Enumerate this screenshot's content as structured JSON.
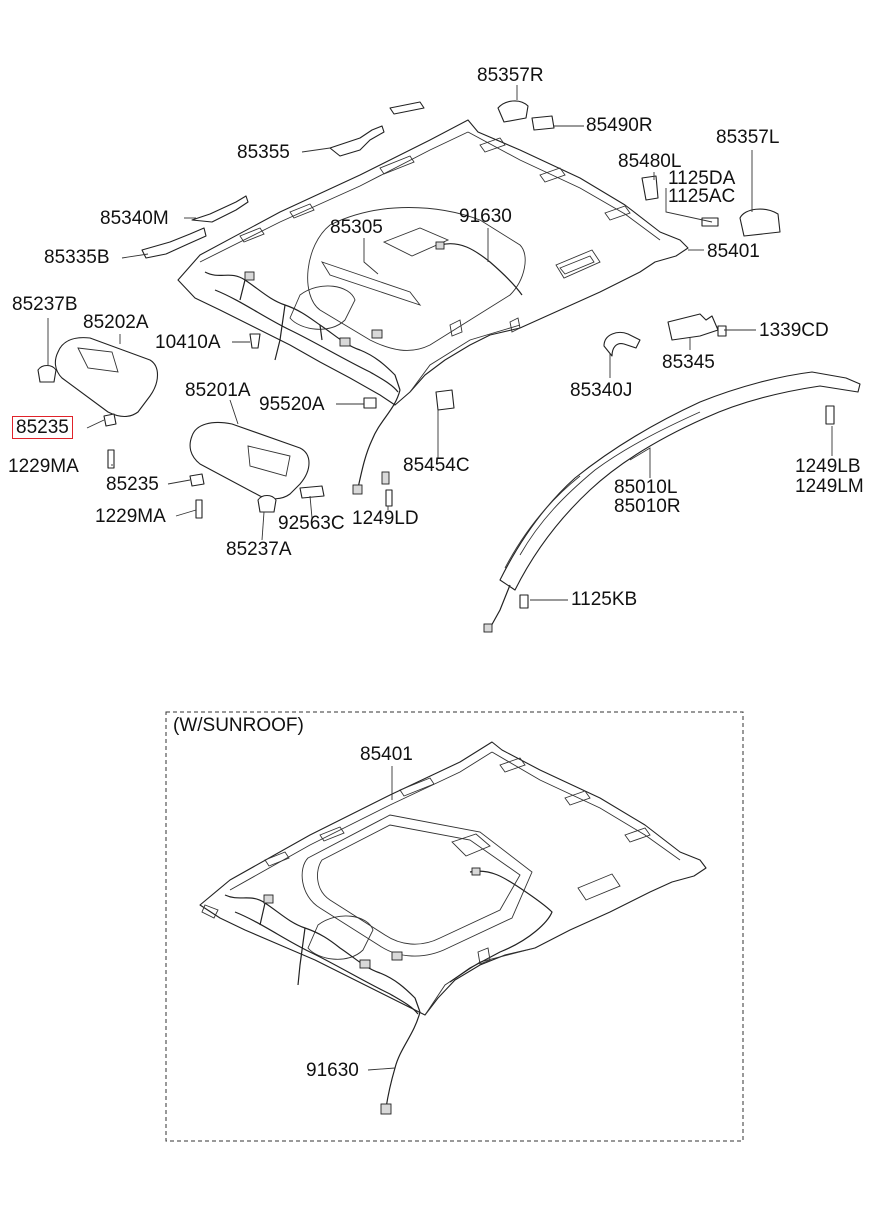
{
  "sunroof_box_title": "(W/SUNROOF)",
  "labels": {
    "p85357R": "85357R",
    "p85490R": "85490R",
    "p85357L": "85357L",
    "p85355": "85355",
    "p85480L": "85480L",
    "p1125DA": "1125DA",
    "p1125AC": "1125AC",
    "p85340M": "85340M",
    "p85305": "85305",
    "p91630_top": "91630",
    "p85335B": "85335B",
    "p85401_top": "85401",
    "p85237B": "85237B",
    "p85202A": "85202A",
    "p10410A": "10410A",
    "p1339CD": "1339CD",
    "p85345": "85345",
    "p85340J": "85340J",
    "p85201A": "85201A",
    "p95520A": "95520A",
    "p85235_hl": "85235",
    "p1229MA_a": "1229MA",
    "p85235_b": "85235",
    "p85454C": "85454C",
    "p1249LB": "1249LB",
    "p1249LM": "1249LM",
    "p85010L": "85010L",
    "p85010R": "85010R",
    "p1229MA_b": "1229MA",
    "p92563C": "92563C",
    "p1249LD": "1249LD",
    "p85237A": "85237A",
    "p1125KB": "1125KB",
    "p85401_box": "85401",
    "p91630_box": "91630"
  },
  "highlight_color": "#e0232a"
}
